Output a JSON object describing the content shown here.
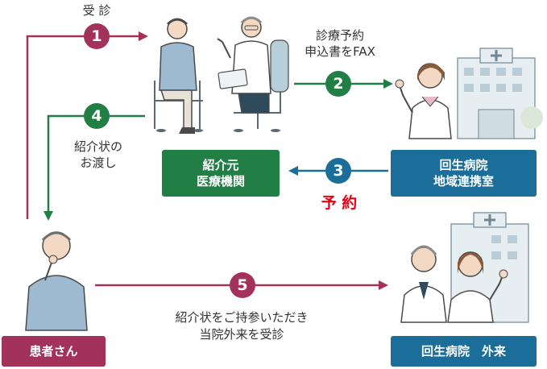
{
  "steps": [
    {
      "number": "1",
      "label": "受 診"
    },
    {
      "number": "2",
      "label": "診療予約\n申込書をFAX"
    },
    {
      "number": "3",
      "label": "予 約"
    },
    {
      "number": "4",
      "label": "紹介状の\nお渡し"
    },
    {
      "number": "5",
      "label": "紹介状をご持参いただき\n当院外来を受診"
    }
  ],
  "nodes": {
    "referring": "紹介元\n医療機関",
    "liaison": "回生病院\n地域連携室",
    "patient": "患者さん",
    "outpatient": "回生病院　外来"
  },
  "colors": {
    "crimson": "#a3325a",
    "green": "#217e45",
    "blue": "#1b6e99",
    "red_text": "#e60012"
  }
}
